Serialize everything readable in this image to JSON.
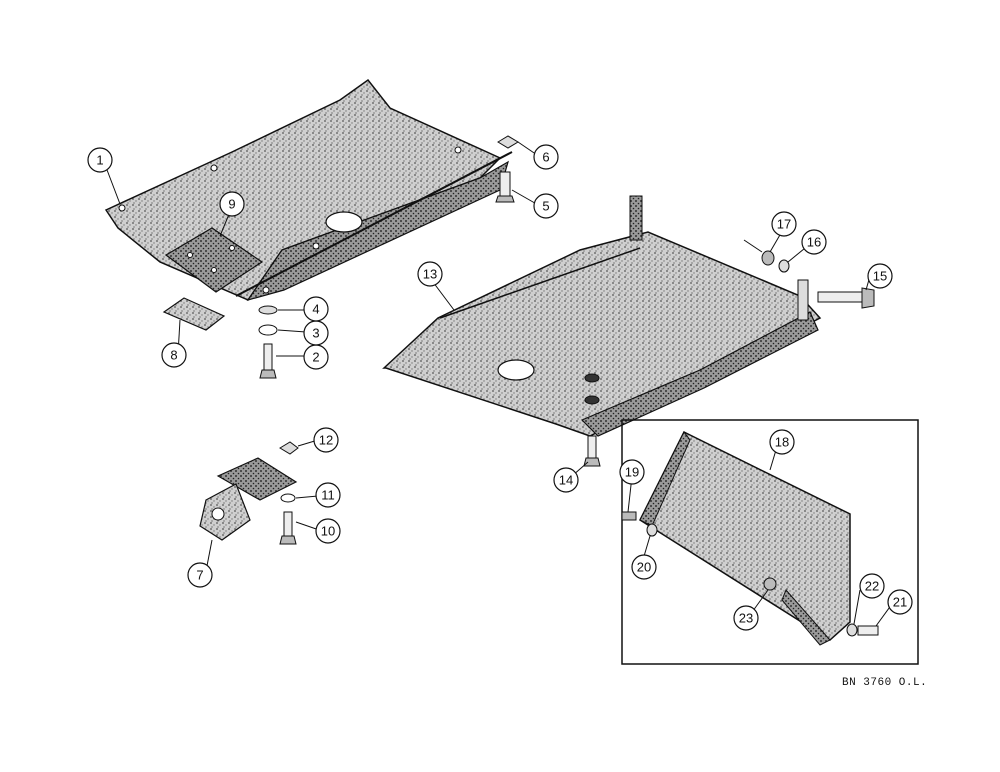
{
  "figure": {
    "drawing_number": "BN 3760 O.L.",
    "callout_numbers": [
      "1",
      "2",
      "3",
      "4",
      "5",
      "6",
      "7",
      "8",
      "9",
      "10",
      "11",
      "12",
      "13",
      "14",
      "15",
      "16",
      "17",
      "18",
      "19",
      "20",
      "21",
      "22",
      "23"
    ]
  }
}
